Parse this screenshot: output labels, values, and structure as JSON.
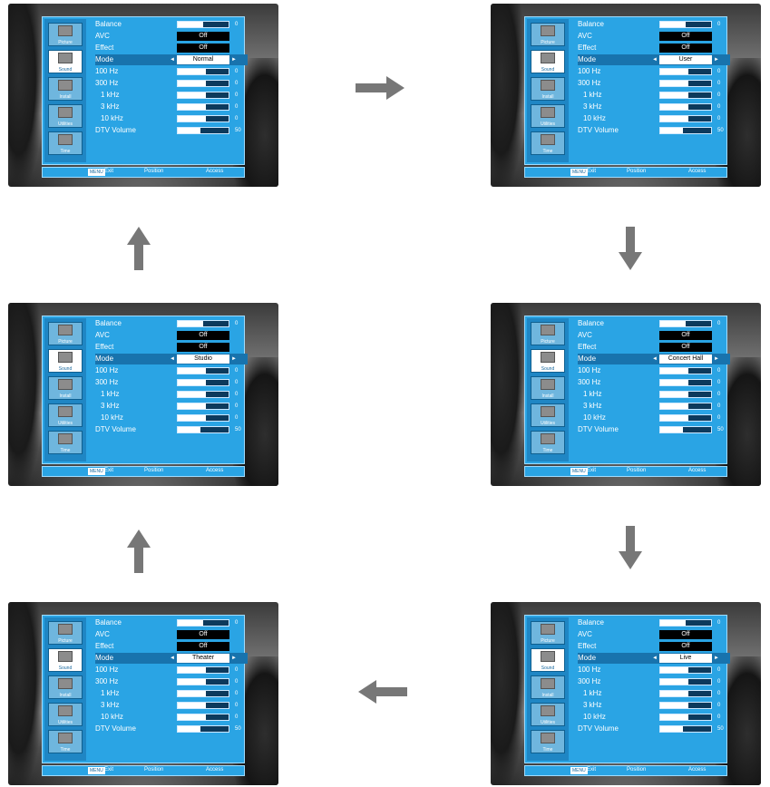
{
  "menu": {
    "side": [
      "Picture",
      "Sound",
      "Install",
      "Utilities",
      "Time"
    ],
    "labels": {
      "balance": "Balance",
      "avc": "AVC",
      "effect": "Effect",
      "mode": "Mode",
      "eq": [
        "100 Hz",
        "300 Hz",
        "1 kHz",
        "3 kHz",
        "10 kHz"
      ],
      "dtv": "DTV Volume"
    },
    "values": {
      "avc": "Off",
      "effect": "Off",
      "balance_num": "0",
      "eq_num": "0",
      "dtv_num": "50"
    },
    "levels": {
      "balance": 0.5,
      "eq": [
        0.55,
        0.55,
        0.55,
        0.55,
        0.55
      ],
      "dtv": 0.45
    },
    "footer": {
      "menu": "MENU",
      "exit": "Exit",
      "position": "Position",
      "access": "Access"
    }
  },
  "screens": [
    {
      "mode": "Normal"
    },
    {
      "mode": "User"
    },
    {
      "mode": "Concert Hall"
    },
    {
      "mode": "Live"
    },
    {
      "mode": "Theater"
    },
    {
      "mode": "Studio"
    }
  ],
  "colors": {
    "panel": "#2aa4e4",
    "highlight": "#1873ad",
    "arrow": "#777777"
  }
}
